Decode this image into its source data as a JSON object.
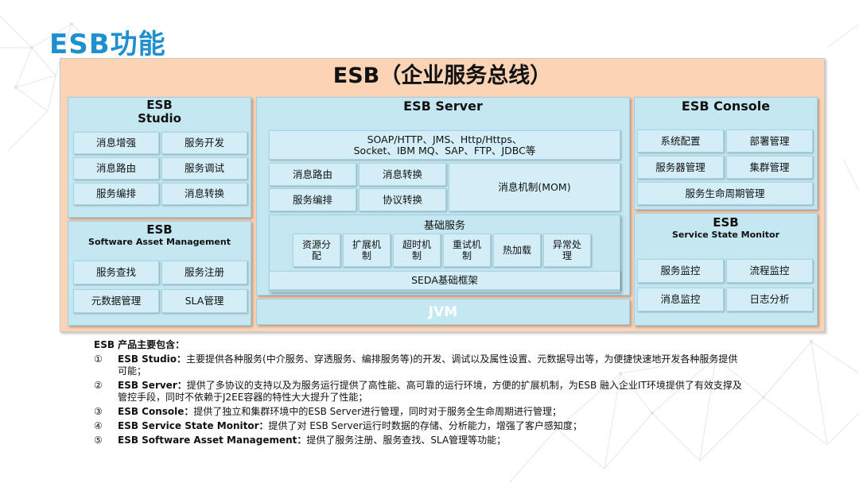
{
  "page_title": "ESB功能",
  "diagram": {
    "header": "ESB（企业服务总线）",
    "studio": {
      "title_line1": "ESB",
      "title_line2": "Studio",
      "cells": [
        "消息增强",
        "服务开发",
        "消息路由",
        "服务调试",
        "服务编排",
        "消息转换"
      ]
    },
    "sam": {
      "title_line1": "ESB",
      "title_line2": "Software Asset Management",
      "cells": [
        "服务查找",
        "服务注册",
        "元数据管理",
        "SLA管理"
      ]
    },
    "server": {
      "title": "ESB Server",
      "protocols_line1": "SOAP/HTTP、JMS、Http/Https、",
      "protocols_line2": "Socket、IBM MQ、SAP、FTP、JDBC等",
      "cells": [
        "消息路由",
        "消息转换",
        "服务编排",
        "协议转换"
      ],
      "mom": "消息机制(MOM)",
      "base_title": "基础服务",
      "base_cells": [
        {
          "l1": "资源分",
          "l2": "配"
        },
        {
          "l1": "扩展机",
          "l2": "制"
        },
        {
          "l1": "超时机",
          "l2": "制"
        },
        {
          "l1": "重试机",
          "l2": "制"
        },
        {
          "l1": "热加载",
          "l2": ""
        },
        {
          "l1": "异常处",
          "l2": "理"
        }
      ],
      "seda": "SEDA基础框架",
      "jvm": "JVM"
    },
    "console": {
      "title": "ESB Console",
      "cells": [
        "系统配置",
        "部署管理",
        "服务器管理",
        "集群管理"
      ],
      "lifecycle": "服务生命周期管理"
    },
    "monitor": {
      "title_line1": "ESB",
      "title_line2": "Service State Monitor",
      "cells": [
        "服务监控",
        "流程监控",
        "消息监控",
        "日志分析"
      ]
    }
  },
  "notes": {
    "heading": "ESB 产品主要包含：",
    "items": [
      {
        "num": "①",
        "bold": "ESB Studio：",
        "text": "主要提供各种服务(中介服务、穿透服务、编排服务等)的开发、调试以及属性设置、元数据导出等，为便捷快速地开发各种服务提供可能；"
      },
      {
        "num": "②",
        "bold": "ESB Server：",
        "text": "提供了多协议的支持以及为服务运行提供了高性能、高可靠的运行环境，方便的扩展机制，为ESB 融入企业IT环境提供了有效支撑及管控手段，同时不依赖于J2EE容器的特性大大提升了性能；"
      },
      {
        "num": "③",
        "bold": "ESB Console：",
        "text": "提供了独立和集群环境中的ESB Server进行管理，同时对于服务全生命周期进行管理；"
      },
      {
        "num": "④",
        "bold": "ESB Service State Monitor：",
        "text": "提供了对 ESB Server运行时数据的存储、分析能力，增强了客户感知度；"
      },
      {
        "num": "⑤",
        "bold": "ESB Software Asset Management：",
        "text": "提供了服务注册、服务查找、SLA管理等功能；"
      }
    ]
  },
  "colors": {
    "title": "#1f8fd0",
    "outer": "#fbd4b6",
    "panel": "#c5e7f2",
    "cell": "#d3eef7"
  }
}
